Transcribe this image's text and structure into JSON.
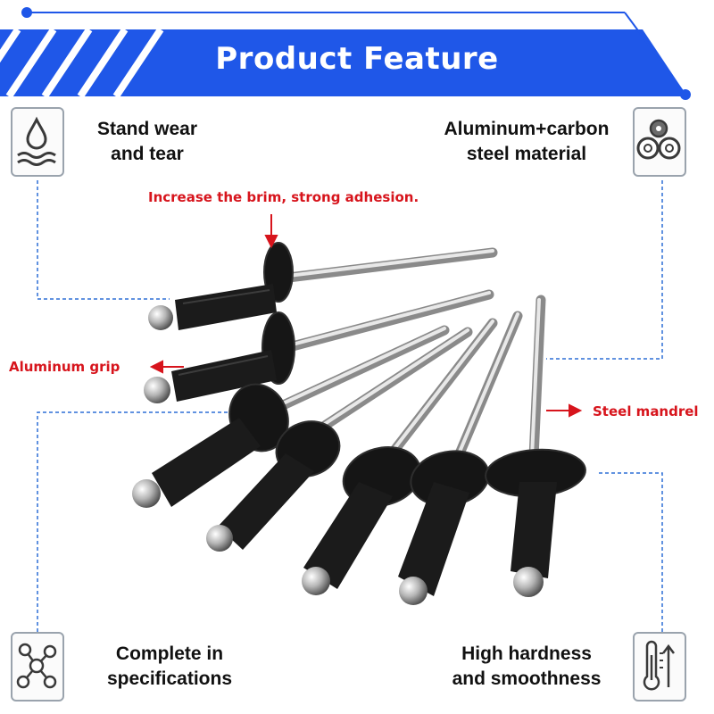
{
  "header": {
    "title": "Product Feature",
    "accent_color": "#1f57e8"
  },
  "features": {
    "top_left": {
      "label": "Stand wear\nand tear",
      "icon": "water-drop-icon"
    },
    "top_right": {
      "label": "Aluminum+carbon\nsteel material",
      "icon": "steel-pipes-icon"
    },
    "bottom_left": {
      "label": "Complete in\nspecifications",
      "icon": "molecule-network-icon"
    },
    "bottom_right": {
      "label": "High hardness\nand smoothness",
      "icon": "thermometer-icon"
    }
  },
  "callouts": {
    "brim": "Increase the brim, strong adhesion.",
    "grip": "Aluminum grip",
    "mandrel": "Steel mandrel",
    "color": "#d7141c"
  }
}
